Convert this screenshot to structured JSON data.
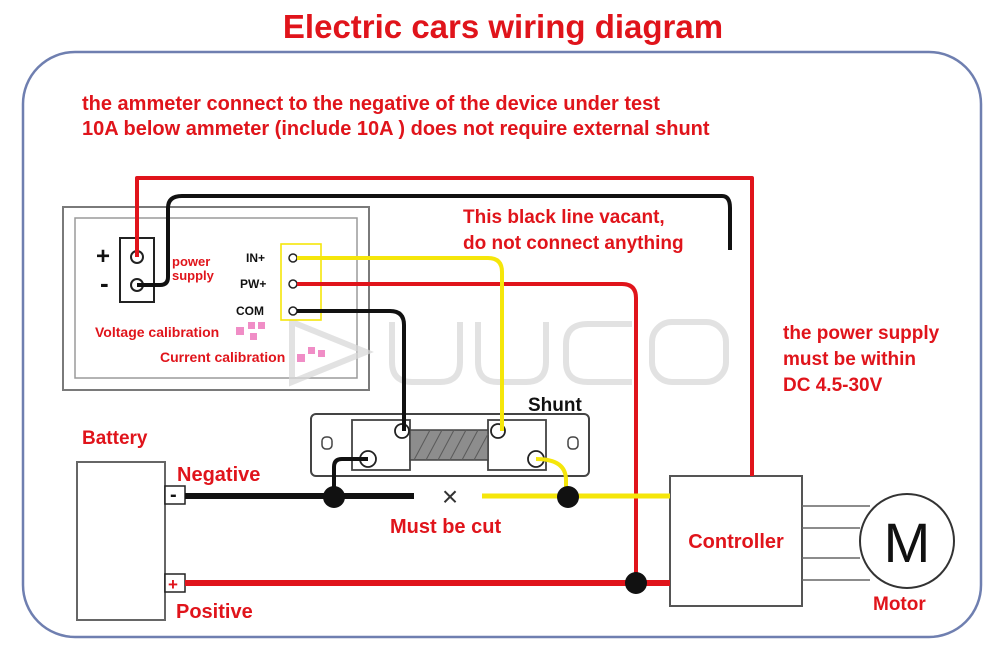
{
  "title": "Electric cars wiring diagram",
  "note": {
    "line1": "the ammeter connect to the negative of the device under test",
    "line2": "10A below ammeter (include 10A ) does not require external shunt"
  },
  "black_line_note": {
    "line1": "This black line vacant,",
    "line2": "do not connect anything"
  },
  "power_note": {
    "line1": "the power supply",
    "line2": "must be within",
    "line3": "DC 4.5-30V"
  },
  "meter": {
    "plus": "+",
    "minus": "-",
    "power_supply_1": "power",
    "power_supply_2": "supply",
    "in_plus": "IN+",
    "pw_plus": "PW+",
    "com": "COM",
    "voltage_calibration": "Voltage calibration",
    "current_calibration": "Current calibration"
  },
  "watermark": "UUCO",
  "labels": {
    "shunt": "Shunt",
    "battery": "Battery",
    "negative": "Negative",
    "positive": "Positive",
    "neg_symbol": "-",
    "pos_symbol": "+",
    "must_be_cut": "Must be cut",
    "cut_mark": "×",
    "controller": "Controller",
    "motor_symbol": "M",
    "motor": "Motor"
  },
  "colors": {
    "red_wire": "#e0141b",
    "yellow_wire": "#f5e60a",
    "black_wire": "#111111",
    "frame": "#6f7fb0"
  }
}
